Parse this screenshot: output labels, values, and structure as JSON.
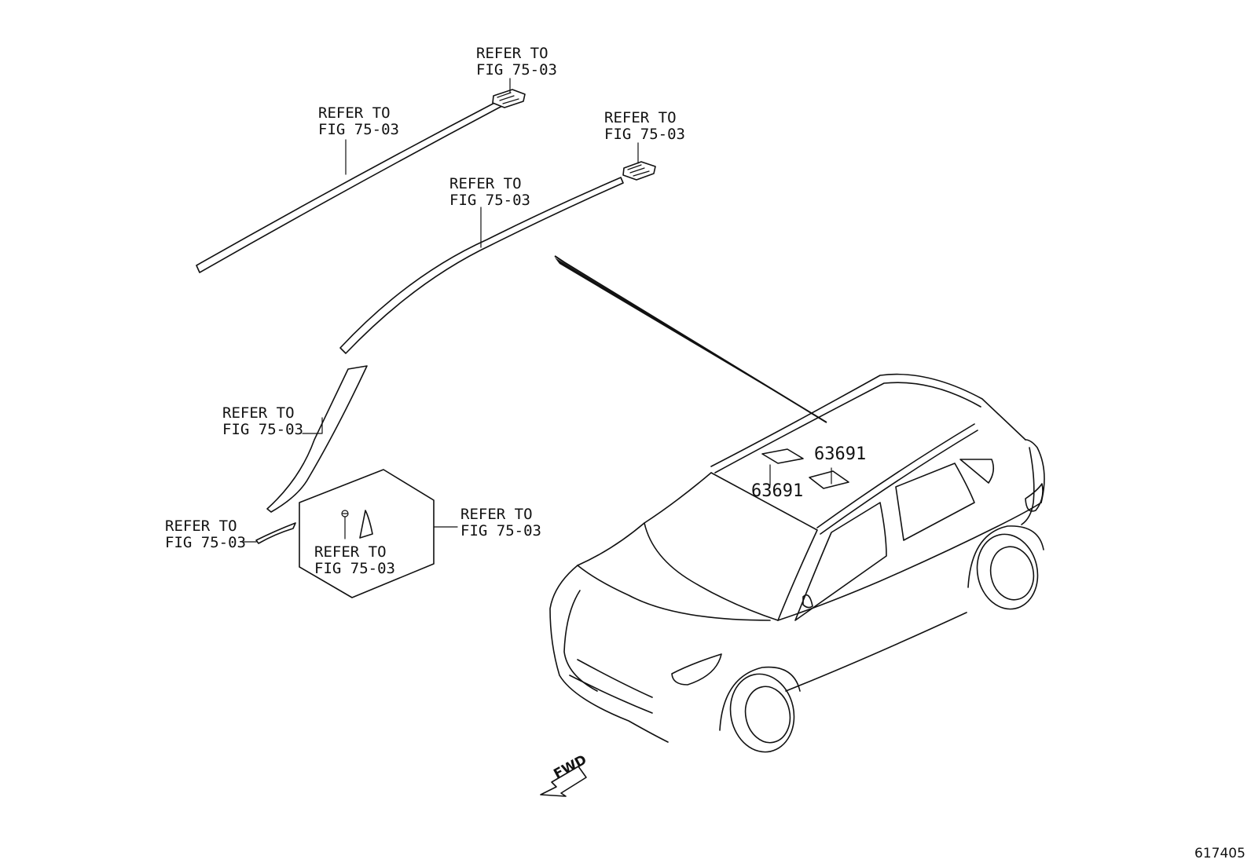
{
  "labels": {
    "refer1": {
      "line1": "REFER TO",
      "line2": "FIG 75-03"
    },
    "refer2": {
      "line1": "REFER TO",
      "line2": "FIG 75-03"
    },
    "refer3": {
      "line1": "REFER TO",
      "line2": "FIG 75-03"
    },
    "refer4": {
      "line1": "REFER TO",
      "line2": "FIG 75-03"
    },
    "refer5": {
      "line1": "REFER TO",
      "line2": "FIG 75-03"
    },
    "refer6": {
      "line1": "REFER TO",
      "line2": "FIG 75-03"
    },
    "refer7": {
      "line1": "REFER TO",
      "line2": "FIG 75-03"
    },
    "refer8": {
      "line1": "REFER TO",
      "line2": "FIG 75-03"
    }
  },
  "parts": {
    "upper": "63691",
    "lower": "63691"
  },
  "direction": "FWD",
  "figure_id": "617405"
}
